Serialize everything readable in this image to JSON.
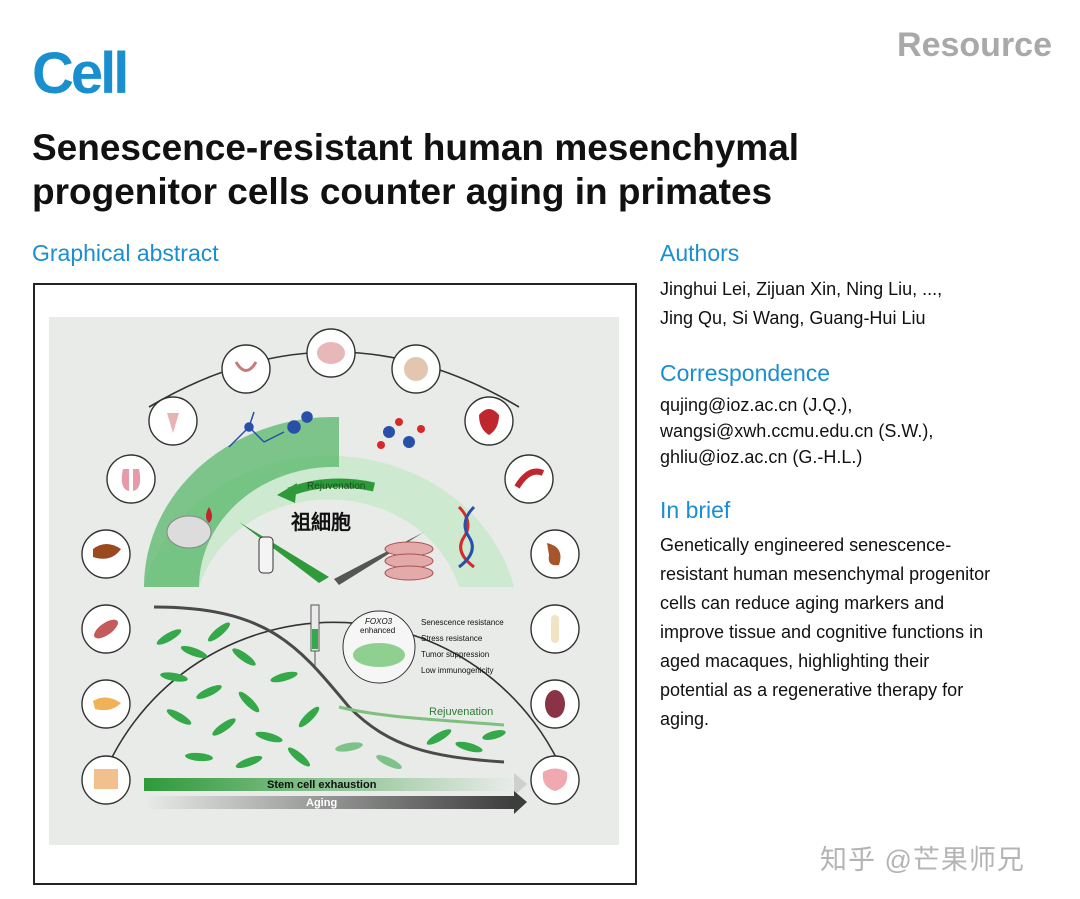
{
  "header": {
    "journal_logo": "Cell",
    "article_type": "Resource"
  },
  "title": "Senescence-resistant human mesenchymal progenitor cells counter aging in primates",
  "graphical_abstract": {
    "heading": "Graphical abstract",
    "labels": {
      "rejuvenation_arc": "Rejuvenation",
      "brand_text": "祖細胞",
      "foxo3_line1": "FOXO3",
      "foxo3_line2": "enhanced",
      "features": [
        "Senescence resistance",
        "Stress resistance",
        "Tumor suppression",
        "Low immunogenicity"
      ],
      "rejuvenation_curve": "Rejuvenation",
      "stem_cell_bar": "Stem cell exhaustion",
      "aging_bar": "Aging"
    },
    "organs": [
      "uterus",
      "brain",
      "pancreas-section",
      "ovary-testis",
      "heart",
      "lung",
      "blood-vessel",
      "liver",
      "kidney",
      "muscle",
      "bone",
      "pancreas",
      "spleen",
      "skin",
      "intestine"
    ],
    "colors": {
      "arc_green": "#57b76a",
      "arc_light": "#cde9cf",
      "cell_green": "#35a84a",
      "bar_green": "#2e9a3a",
      "bar_dark": "#3d3d3d"
    }
  },
  "authors": {
    "heading": "Authors",
    "line1": "Jinghui Lei, Zijuan Xin, Ning Liu, ...,",
    "line2": "Jing Qu, Si Wang, Guang-Hui Liu"
  },
  "correspondence": {
    "heading": "Correspondence",
    "line1": "qujing@ioz.ac.cn (J.Q.),",
    "line2": "wangsi@xwh.ccmu.edu.cn (S.W.),",
    "line3": "ghliu@ioz.ac.cn (G.-H.L.)"
  },
  "in_brief": {
    "heading": "In brief",
    "lines": [
      "Genetically engineered senescence-",
      "resistant human mesenchymal progenitor",
      "cells can reduce aging markers and",
      "improve tissue and cognitive functions in",
      "aged macaques, highlighting their",
      "potential as a regenerative therapy for",
      "aging."
    ]
  },
  "watermark": "知乎 @芒果师兄"
}
